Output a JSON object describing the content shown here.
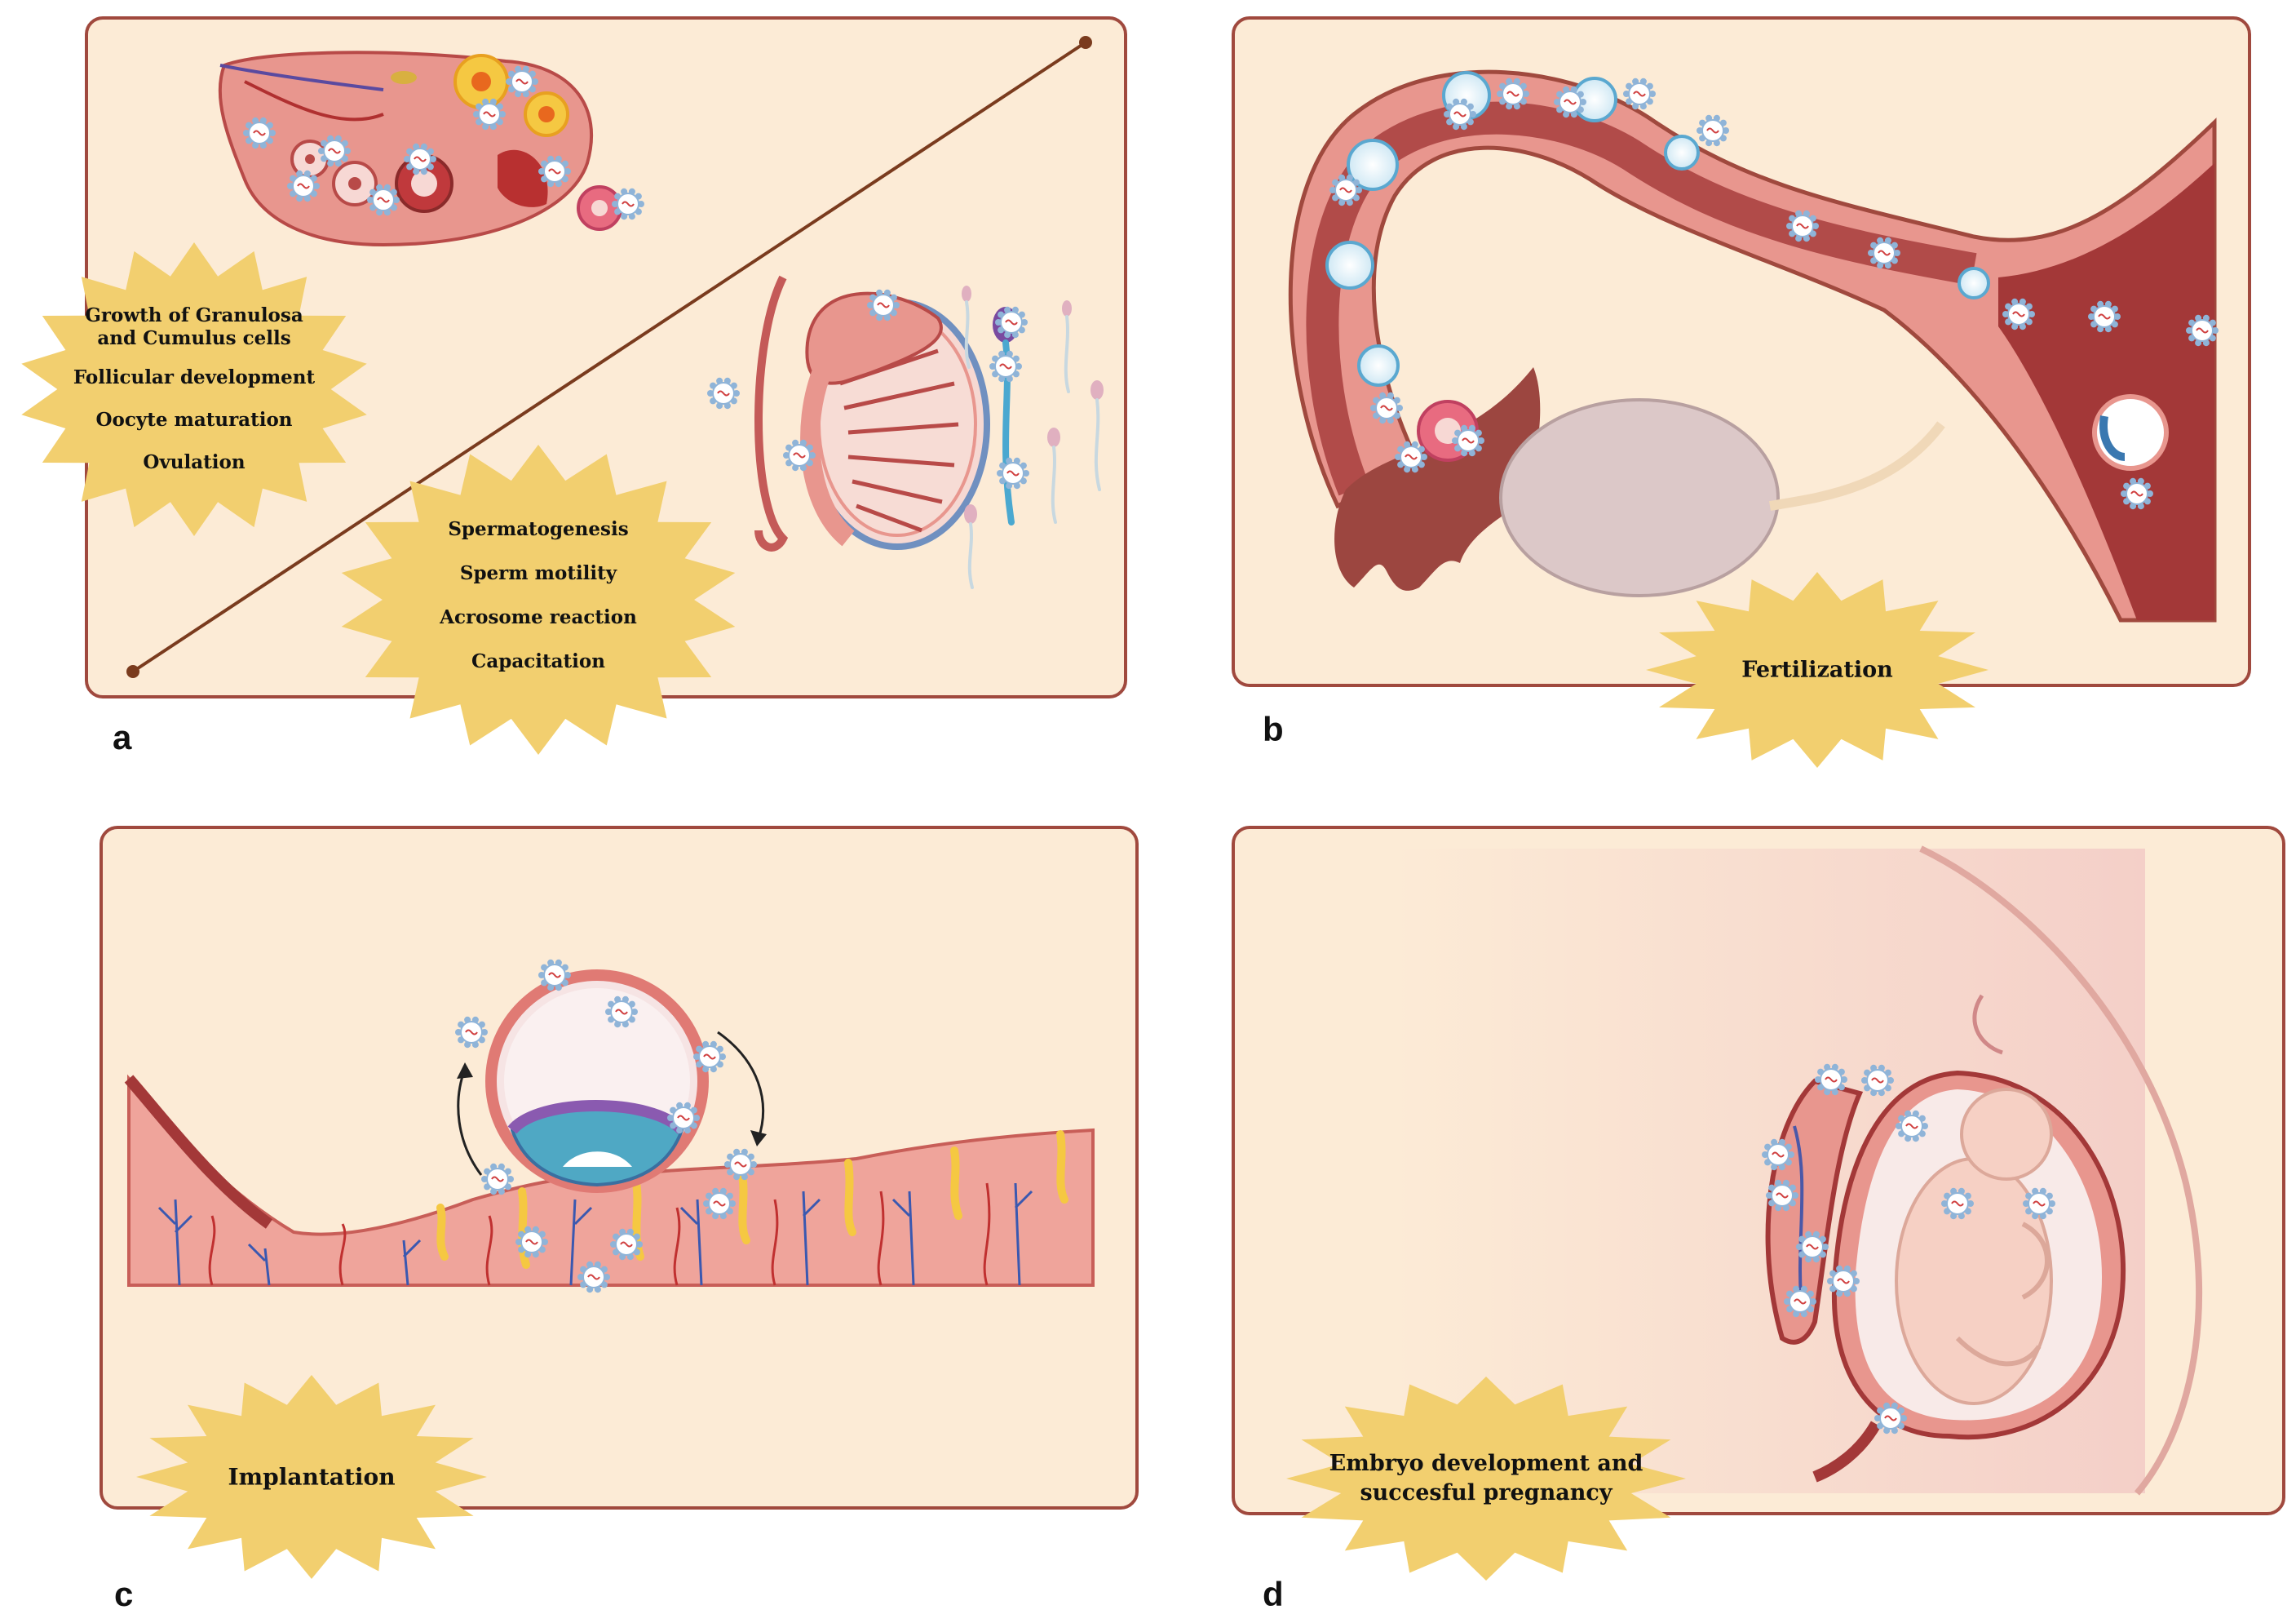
{
  "panels": {
    "a": {
      "label": "a",
      "female_burst": [
        "Growth of Granulosa",
        "and Cumulus cells",
        "Follicular development",
        "Oocyte maturation",
        "Ovulation"
      ],
      "male_burst": [
        "Spermatogenesis",
        "Sperm motility",
        "Acrosome reaction",
        "Capacitation"
      ]
    },
    "b": {
      "label": "b",
      "burst": "Fertilization"
    },
    "c": {
      "label": "c",
      "burst": "Implantation"
    },
    "d": {
      "label": "d",
      "burst_lines": [
        "Embryo development and",
        "succesful pregnancy"
      ]
    }
  },
  "colors": {
    "panel_bg": "#fcebd6",
    "panel_border": "#a0493e",
    "burst": "#f2cf6f",
    "tissue": "#e8968e",
    "tissue_dark": "#b84a48",
    "line": "#7a3b1e"
  }
}
